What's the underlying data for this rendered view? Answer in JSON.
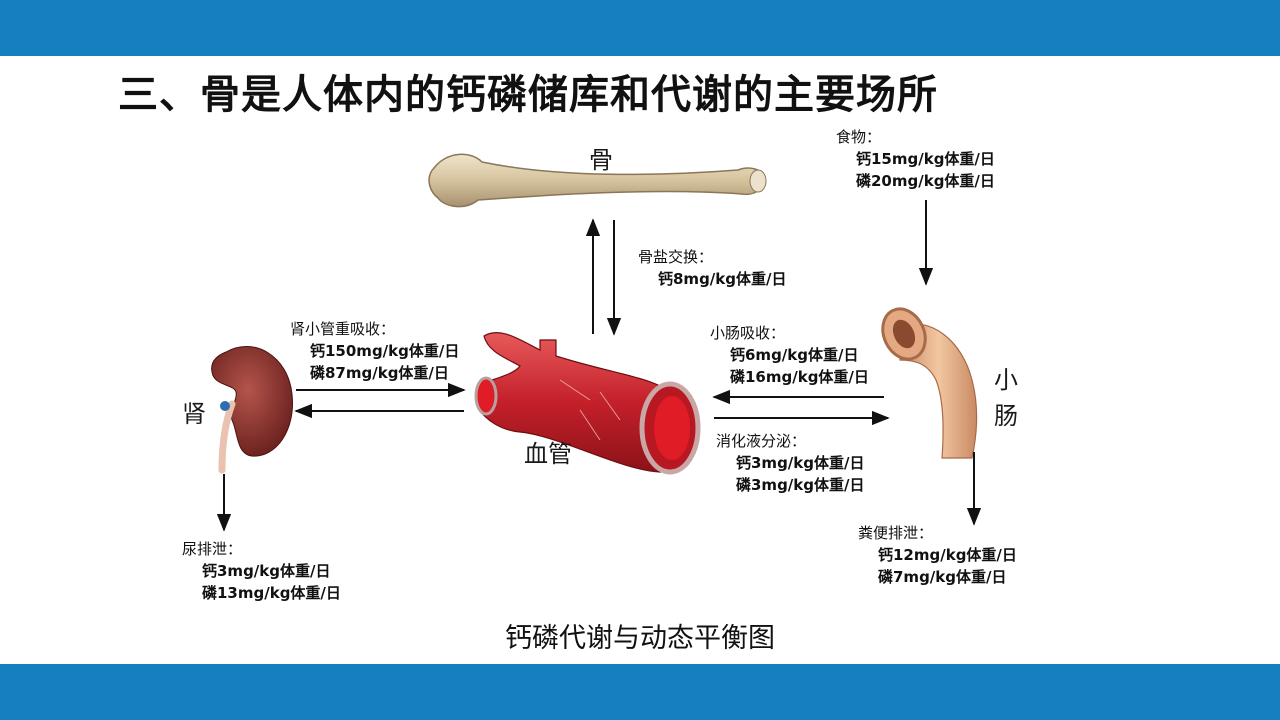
{
  "slide": {
    "title": "三、骨是人体内的钙磷储库和代谢的主要场所",
    "caption": "钙磷代谢与动态平衡图",
    "colors": {
      "bar": "#1580BE",
      "arrow": "#111111",
      "bone": "#D9C7A3",
      "vessel": "#C8232C",
      "kidney": "#8A2E2A",
      "intestine": "#E9B48C"
    }
  },
  "organs": {
    "bone": "骨",
    "vessel": "血管",
    "kidney": "肾",
    "intestine_1": "小",
    "intestine_2": "肠"
  },
  "flows": {
    "food": {
      "head": "食物：",
      "ca": "钙15mg/kg体重/日",
      "p": "磷20mg/kg体重/日"
    },
    "bone_exchange": {
      "head": "骨盐交换：",
      "ca": "钙8mg/kg体重/日"
    },
    "renal_reabsorb": {
      "head": "肾小管重吸收：",
      "ca": "钙150mg/kg体重/日",
      "p": "磷87mg/kg体重/日"
    },
    "intestine_absorb": {
      "head": "小肠吸收：",
      "ca": "钙6mg/kg体重/日",
      "p": "磷16mg/kg体重/日"
    },
    "digestive_secretion": {
      "head": "消化液分泌：",
      "ca": "钙3mg/kg体重/日",
      "p": "磷3mg/kg体重/日"
    },
    "urine": {
      "head": "尿排泄：",
      "ca": "钙3mg/kg体重/日",
      "p": "磷13mg/kg体重/日"
    },
    "feces": {
      "head": "粪便排泄：",
      "ca": "钙12mg/kg体重/日",
      "p": "磷7mg/kg体重/日"
    }
  }
}
